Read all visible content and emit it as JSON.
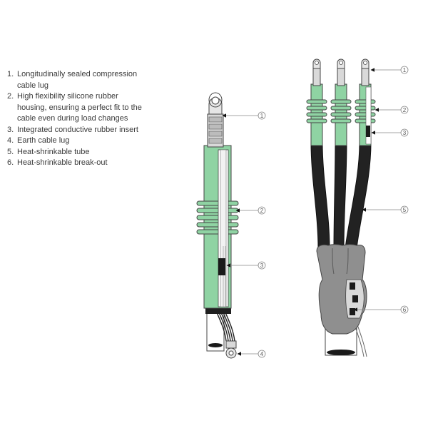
{
  "legend": {
    "items": [
      {
        "number": "1.",
        "text": "Longitudinally sealed compression cable lug"
      },
      {
        "number": "2.",
        "text": "High flexibility silicone rubber housing, ensuring a perfect fit to the cable even during load changes"
      },
      {
        "number": "3.",
        "text": "Integrated conductive rubber insert"
      },
      {
        "number": "4.",
        "text": "Earth cable lug"
      },
      {
        "number": "5.",
        "text": "Heat-shrinkable tube"
      },
      {
        "number": "6.",
        "text": "Heat-shrinkable break-out"
      }
    ]
  },
  "callouts": {
    "single_core": [
      "1",
      "2",
      "3",
      "4"
    ],
    "three_core": [
      "1",
      "2",
      "3",
      "5",
      "6"
    ]
  },
  "colors": {
    "silicone_green": "#8fd3a3",
    "outline": "#444444",
    "cable_black": "#222222",
    "breakout_grey": "#8f8f8f",
    "lug_grey": "#d9d9d9"
  }
}
